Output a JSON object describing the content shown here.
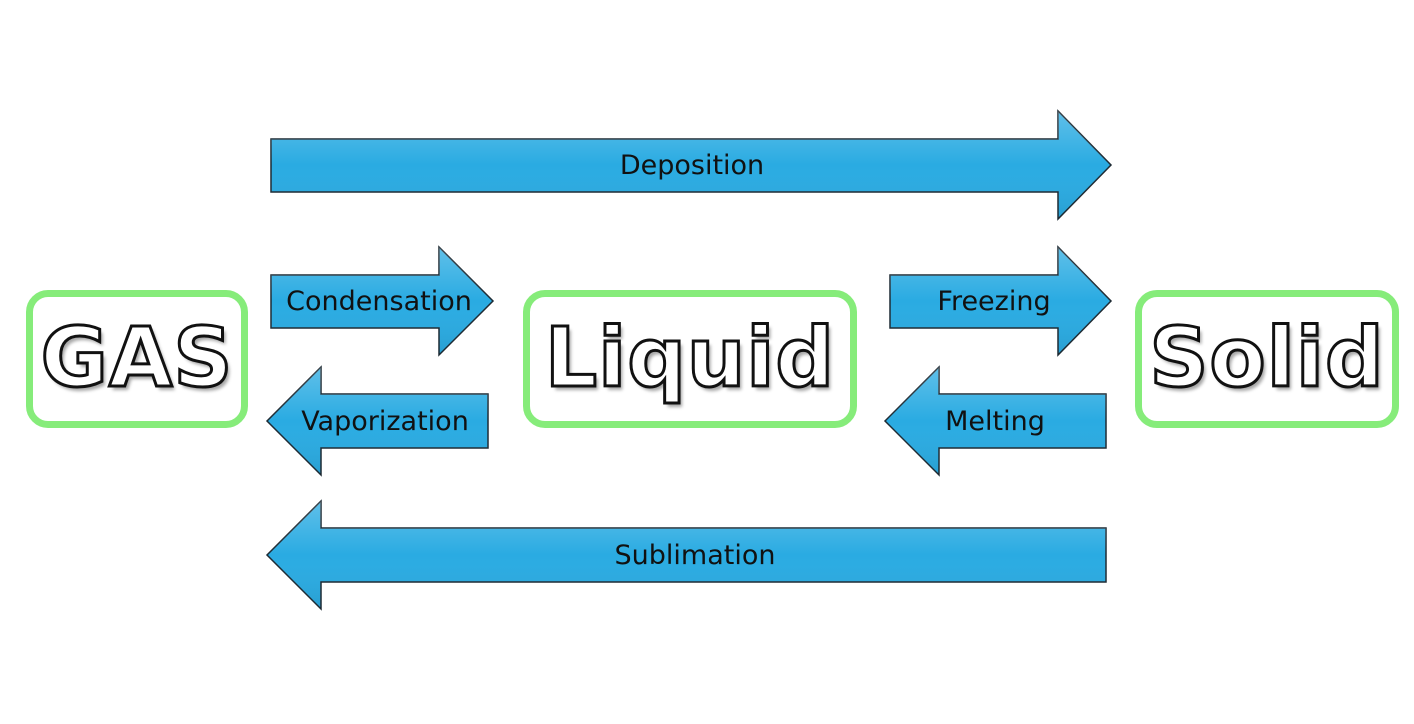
{
  "states": {
    "gas": "GAS",
    "liquid": "Liquid",
    "solid": "Solid"
  },
  "transitions": {
    "deposition": "Deposition",
    "condensation": "Condensation",
    "vaporization": "Vaporization",
    "freezing": "Freezing",
    "melting": "Melting",
    "sublimation": "Sublimation"
  },
  "colors": {
    "arrow_fill": "#2aabe2",
    "box_border": "#86ec7a",
    "text": "#111111"
  }
}
